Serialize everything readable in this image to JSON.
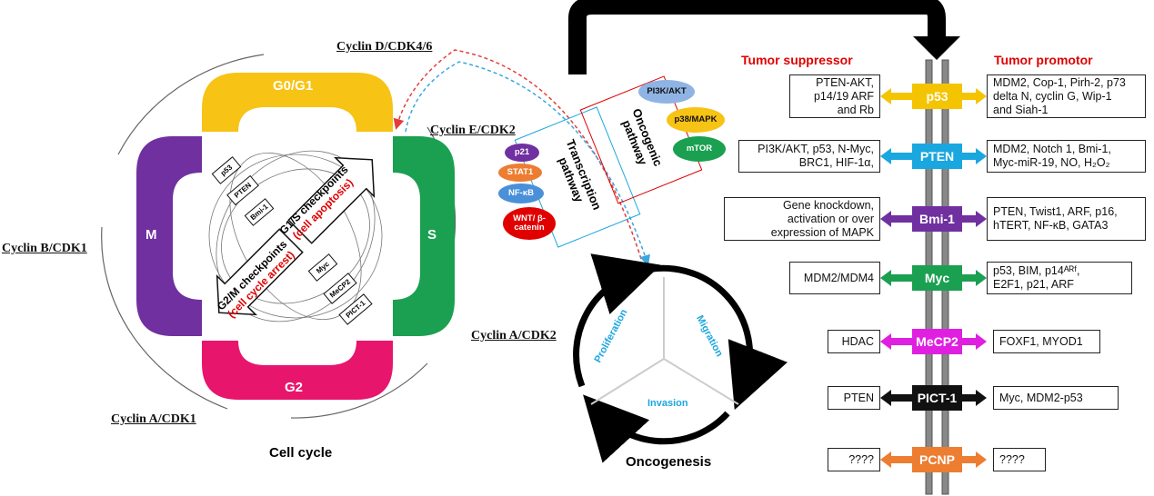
{
  "cell_cycle": {
    "caption": "Cell cycle",
    "phases": {
      "g0g1": "G0/G1",
      "s": "S",
      "g2": "G2",
      "m": "M"
    },
    "cyclins": {
      "d": "Cyclin D/CDK4/6",
      "e": "Cyclin E/CDK2",
      "b": "Cyclin B/CDK1",
      "a1": "Cyclin A/CDK1",
      "a2": "Cyclin A/CDK2"
    },
    "g1s": {
      "title": "G1/S checkpoints",
      "sub": "(cell apoptosis)"
    },
    "g2m": {
      "title": "G2/M checkpoints",
      "sub": "(cell cycle arrest)"
    },
    "inner_upper": [
      "p53",
      "PTEN",
      "Bmi-1"
    ],
    "inner_lower": [
      "Myc",
      "MeCP2",
      "PICT-1"
    ]
  },
  "transcription": {
    "label_line1": "Transcription",
    "label_line2": "pathway",
    "factors": [
      "p21",
      "STAT1",
      "NF-κB",
      "WNT/ β-catenin"
    ]
  },
  "oncogenic": {
    "label_line1": "Oncogenic",
    "label_line2": "pathway",
    "kinases": [
      "PI3K/AKT",
      "p38/MAPK",
      "mTOR"
    ]
  },
  "oncogenesis": {
    "caption": "Oncogenesis",
    "parts": [
      "Proliferation",
      "Migration",
      "Invasion"
    ]
  },
  "headers": {
    "suppressor": "Tumor suppressor",
    "promotor": "Tumor promotor"
  },
  "genes": [
    {
      "name": "p53",
      "color": "#f5c400",
      "left": [
        "PTEN-AKT,",
        "p14/19 ARF",
        "and Rb"
      ],
      "right": [
        "MDM2, Cop-1, Pirh-2, p73",
        "delta N, cyclin G, Wip-1",
        "and Siah-1"
      ]
    },
    {
      "name": "PTEN",
      "color": "#1aa7e0",
      "left": [
        "PI3K/AKT, p53, N-Myc,",
        "BRC1, HIF-1α,"
      ],
      "right": [
        "MDM2, Notch 1, Bmi-1,",
        "Myc-miR-19, NO, H₂O₂"
      ]
    },
    {
      "name": "Bmi-1",
      "color": "#7030a0",
      "left": [
        "Gene knockdown,",
        "activation or over",
        "expression of MAPK"
      ],
      "right": [
        "PTEN, Twist1, ARF, p16,",
        "hTERT, NF-κB, GATA3"
      ]
    },
    {
      "name": "Myc",
      "color": "#1aa050",
      "left": [
        "MDM2/MDM4"
      ],
      "right": [
        "p53, BIM, p14ᴬᴿᶠ,",
        "E2F1, p21, ARF"
      ]
    },
    {
      "name": "MeCP2",
      "color": "#e020e0",
      "left": [
        "HDAC"
      ],
      "right": [
        "FOXF1, MYOD1"
      ]
    },
    {
      "name": "PICT-1",
      "color": "#111111",
      "left": [
        "PTEN"
      ],
      "right": [
        "Myc, MDM2-p53"
      ]
    },
    {
      "name": "PCNP",
      "color": "#ed7d31",
      "left": [
        "????"
      ],
      "right": [
        "????"
      ]
    }
  ]
}
